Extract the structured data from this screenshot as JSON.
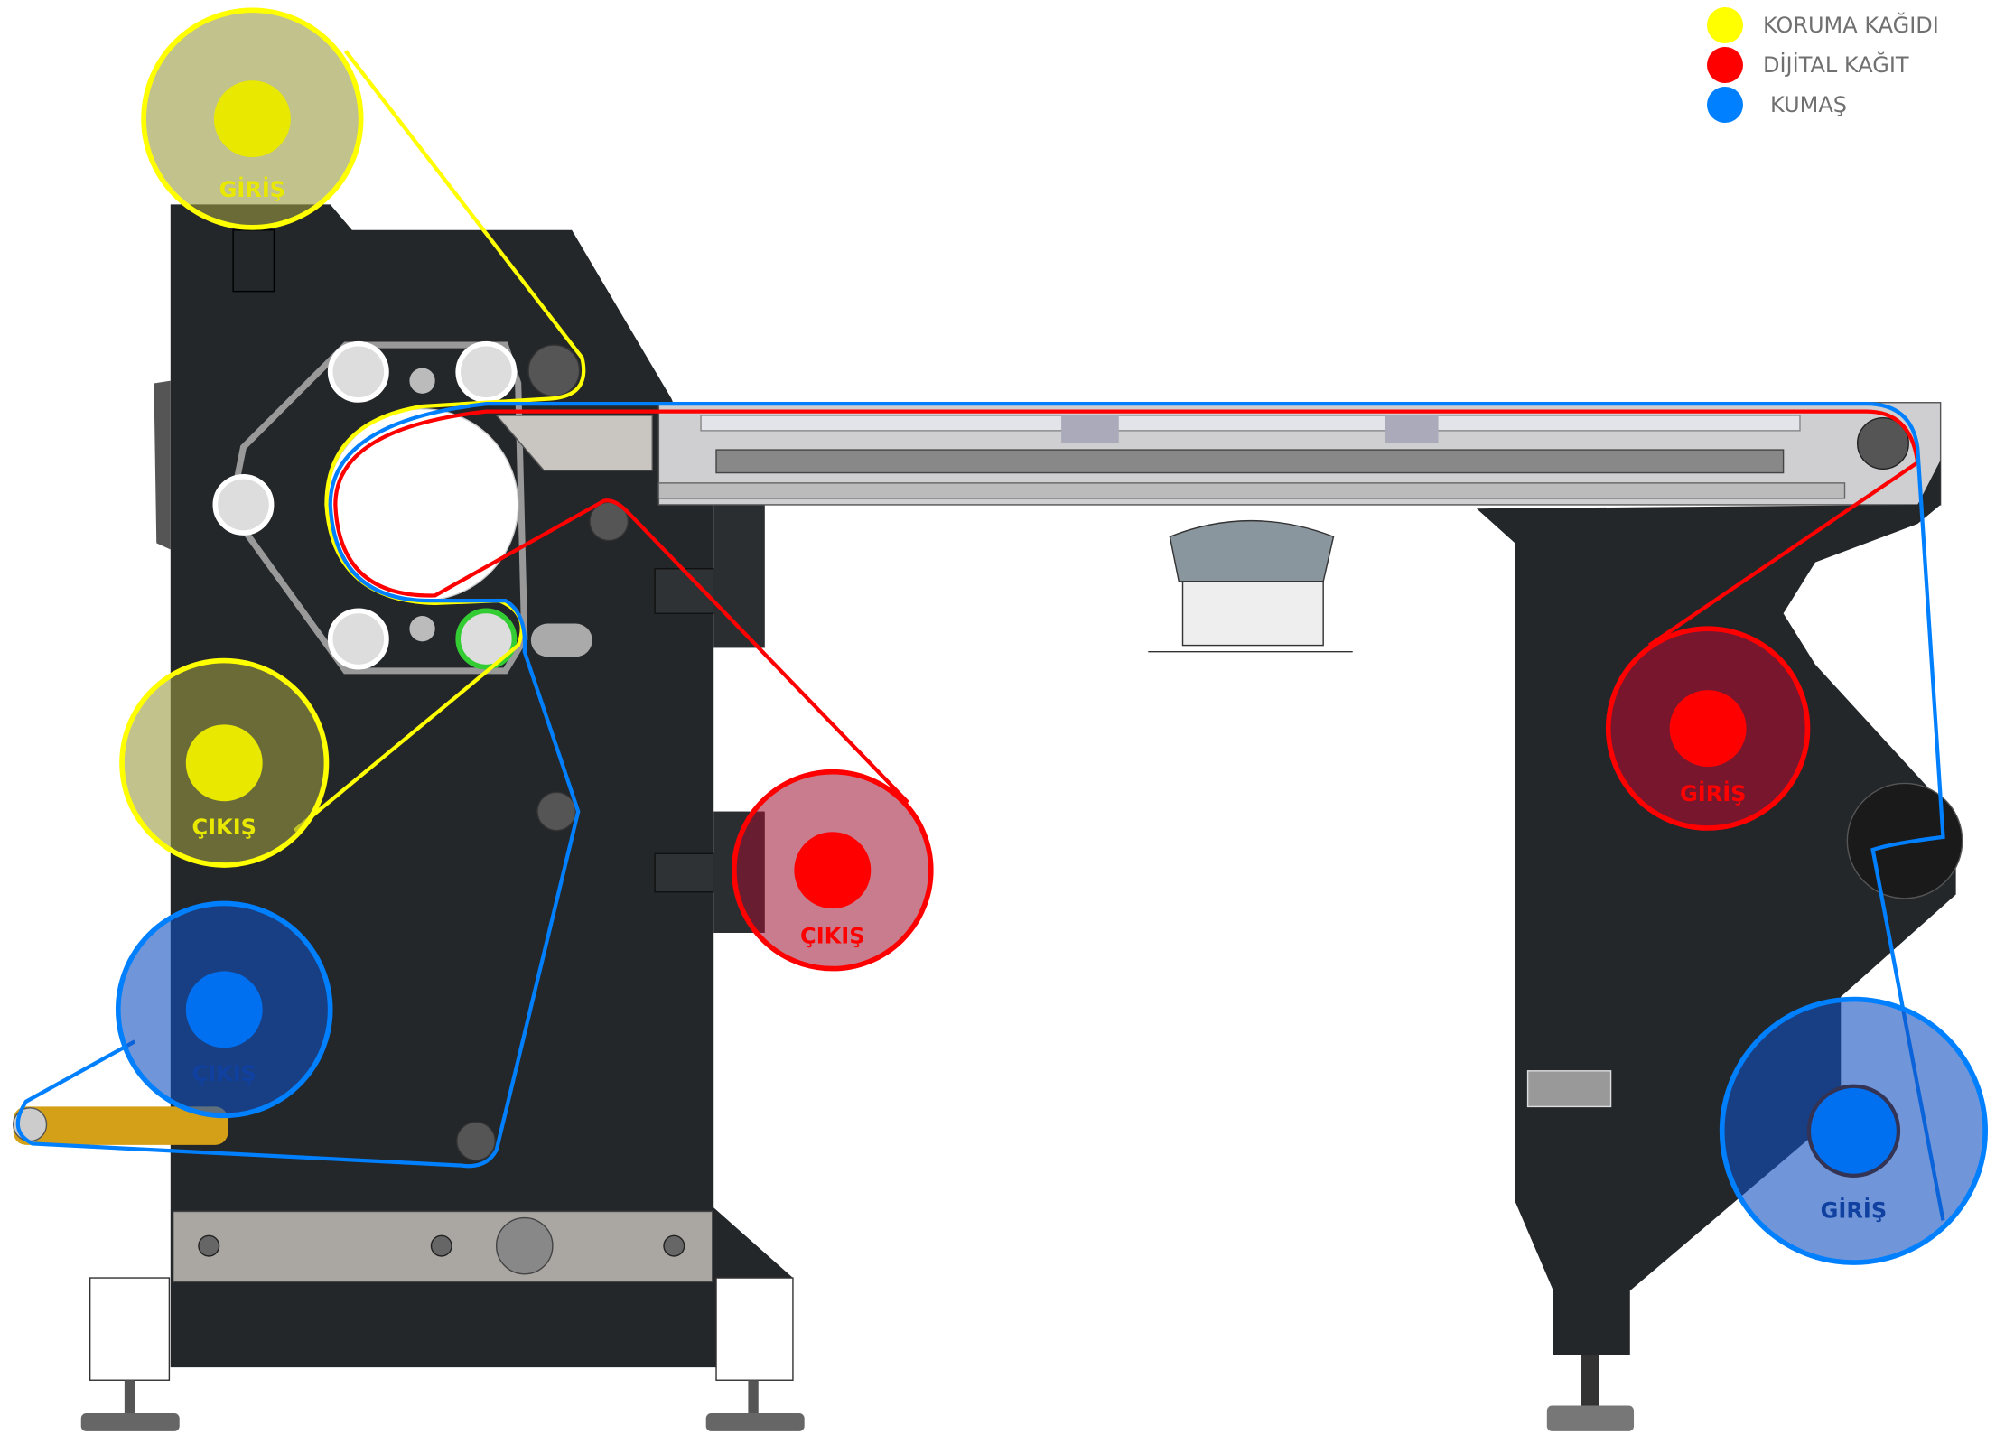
{
  "legend": [
    {
      "label": "KORUMA KAĞIDI",
      "color": "#ffff00"
    },
    {
      "label": "DİJİTAL KAĞIT",
      "color": "#ff0000"
    },
    {
      "label": "KUMAŞ",
      "color": "#0080ff"
    }
  ],
  "rolls": {
    "protective_in": "GİRİŞ",
    "protective_out": "ÇIKIŞ",
    "digital_out": "ÇIKIŞ",
    "fabric_out": "ÇIKIŞ",
    "digital_in": "GİRİŞ",
    "fabric_in": "GİRİŞ"
  },
  "colors": {
    "frame": "#23272a",
    "yellow": "#ffff00",
    "red": "#ff0000",
    "blue": "#0080ff"
  }
}
